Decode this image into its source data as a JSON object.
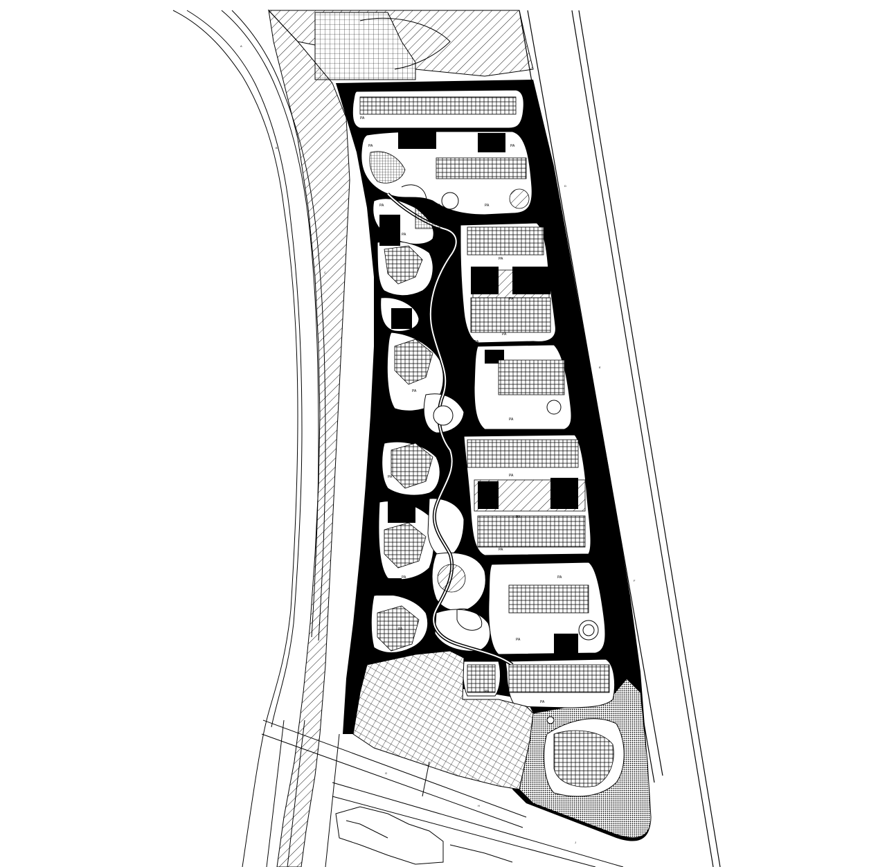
{
  "plan": {
    "zone_code": "PA",
    "zone_labels": [
      "PA",
      "PA",
      "PA",
      "PA",
      "PA",
      "PA",
      "PA",
      "PA",
      "PA",
      "PA",
      "PA",
      "PA",
      "PA",
      "PA",
      "PA",
      "PA",
      "PA",
      "PA",
      "PA",
      "PA",
      "PA",
      "PA",
      "PA"
    ],
    "small_notes": [
      "A",
      "B",
      "C",
      "D",
      "E",
      "F",
      "G",
      "H",
      "J"
    ],
    "colors": {
      "road": "#000000",
      "paper": "#ffffff",
      "line": "#000000",
      "hatch": "#000000"
    }
  }
}
